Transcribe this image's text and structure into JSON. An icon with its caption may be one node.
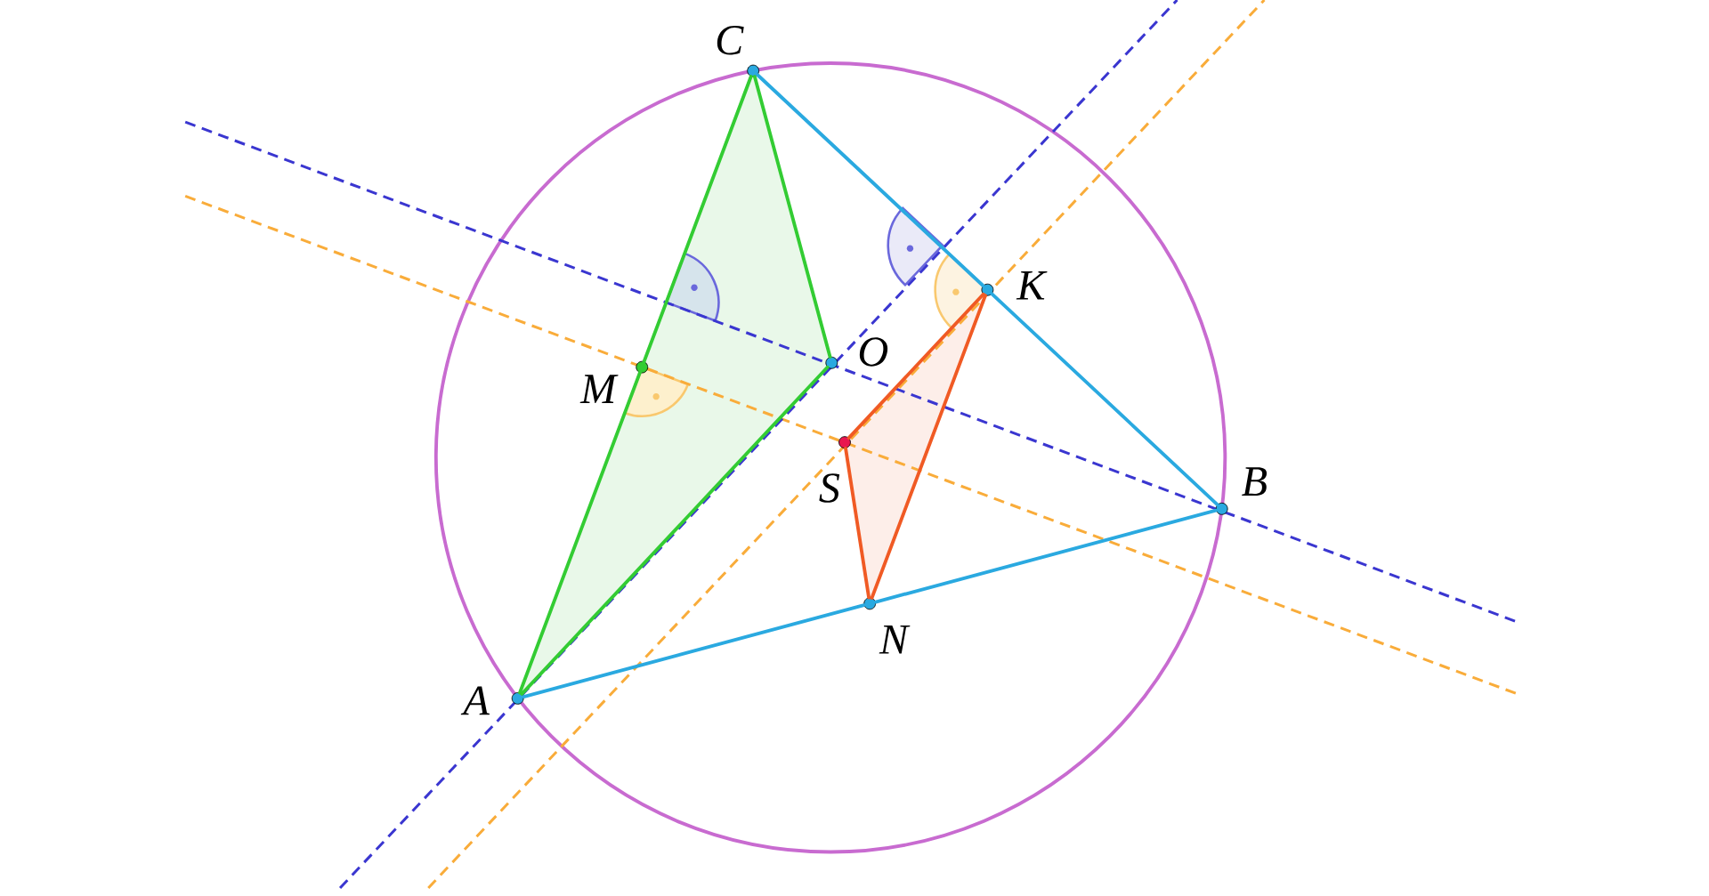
{
  "diagram": {
    "nodes": [
      {
        "text": [],
        "shape": "circle",
        "beside": [
          "C"
        ]
      },
      {
        "text": [],
        "shape": "circle",
        "beside": [
          "K"
        ]
      },
      {
        "text": [],
        "shape": "circle",
        "beside": [
          "O"
        ]
      },
      {
        "text": [],
        "shape": "circle",
        "beside": [
          "M"
        ]
      },
      {
        "text": [],
        "shape": "circle",
        "beside": [
          "S"
        ]
      },
      {
        "text": [],
        "shape": "circle",
        "beside": [
          "B"
        ]
      },
      {
        "text": [],
        "shape": "circle",
        "beside": [
          "N"
        ]
      },
      {
        "text": [],
        "shape": "circle",
        "beside": [
          "A"
        ]
      }
    ],
    "edges": [
      {
        "from": 7,
        "to": 0,
        "arrow": "none",
        "color": "#33cc33"
      },
      {
        "from": 0,
        "to": 2,
        "arrow": "none",
        "color": "#33cc33"
      },
      {
        "from": 2,
        "to": 7,
        "arrow": "none",
        "color": "#33cc33"
      },
      {
        "from": 0,
        "to": 1,
        "arrow": "none",
        "color": "#2aa9e0"
      },
      {
        "from": 1,
        "to": 5,
        "arrow": "none",
        "color": "#2aa9e0"
      },
      {
        "from": 7,
        "to": 6,
        "arrow": "none",
        "color": "#2aa9e0"
      },
      {
        "from": 6,
        "to": 5,
        "arrow": "none",
        "color": "#2aa9e0"
      },
      {
        "from": 1,
        "to": 4,
        "arrow": "none",
        "color": "#f05a24"
      },
      {
        "from": 4,
        "to": 6,
        "arrow": "none",
        "color": "#f05a24"
      },
      {
        "from": 6,
        "to": 1,
        "arrow": "none",
        "color": "#f05a24"
      }
    ]
  }
}
